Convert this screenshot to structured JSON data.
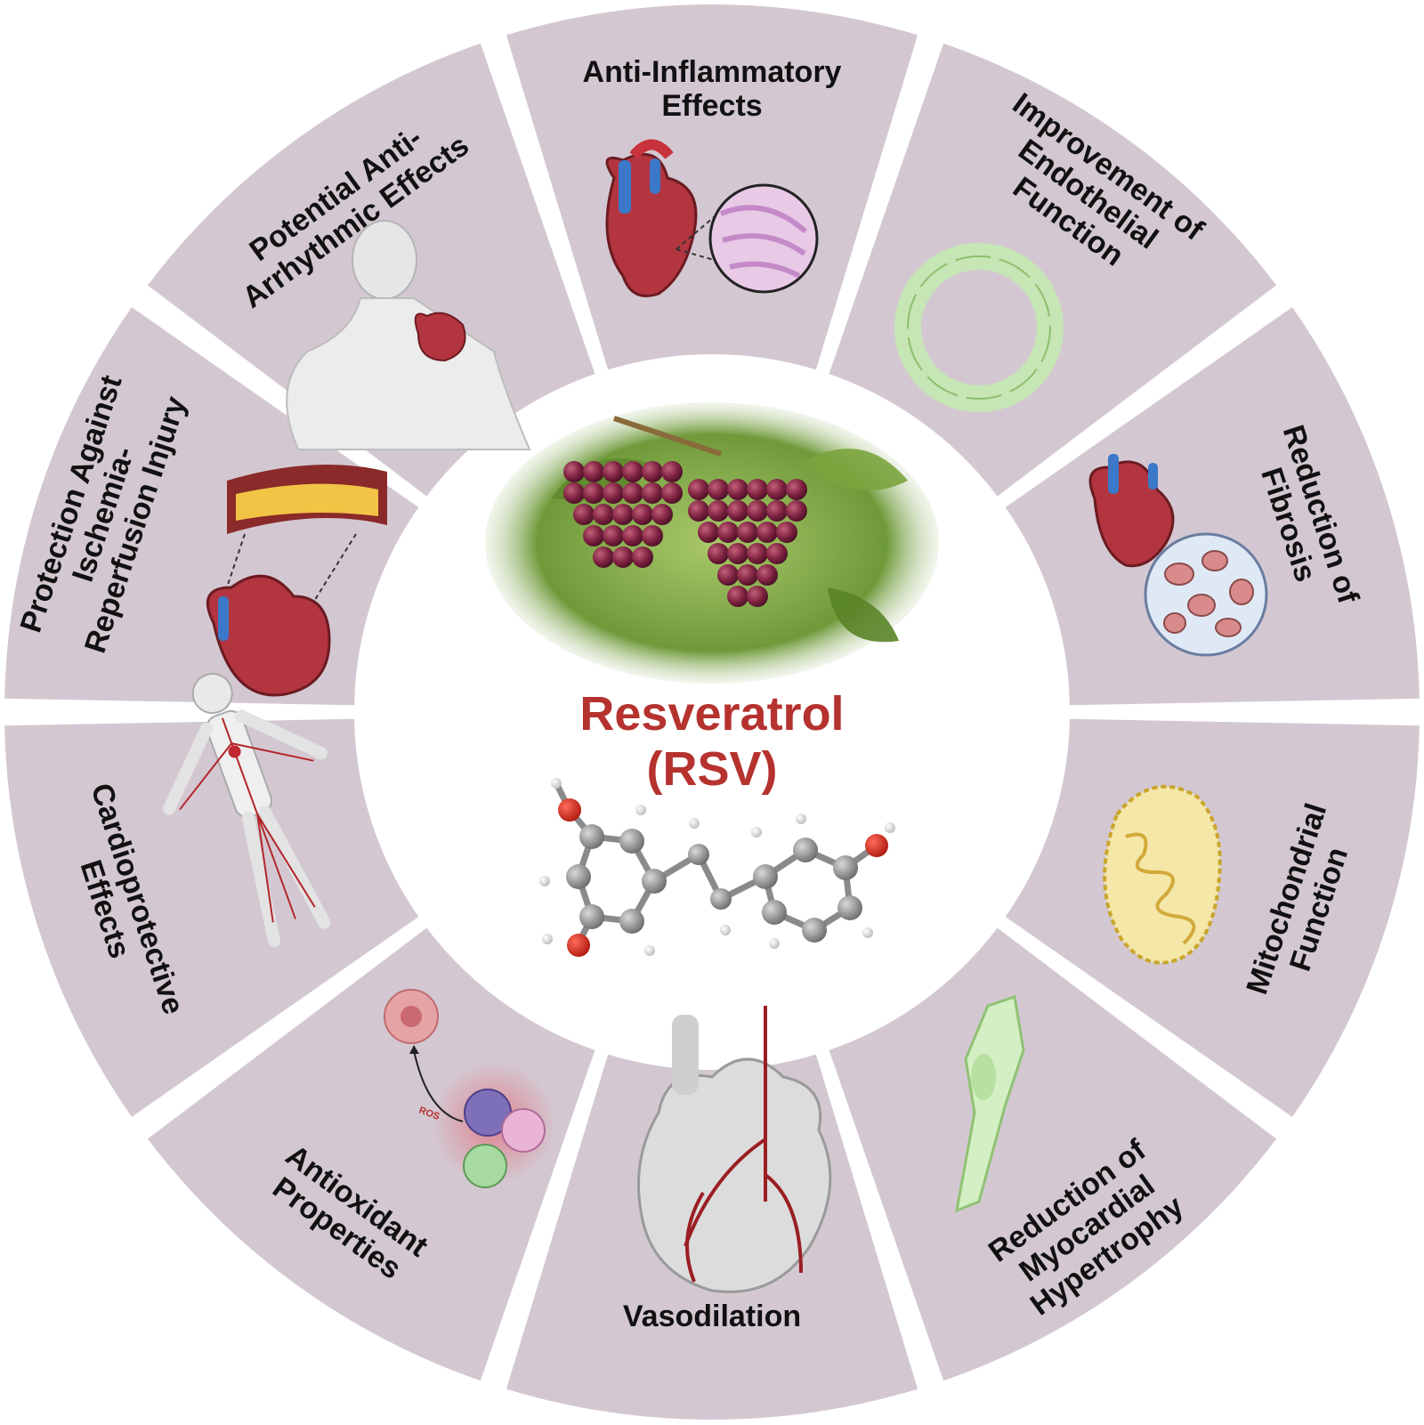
{
  "center": {
    "title_line1": "Resveratrol",
    "title_line2": "(RSV)",
    "photo_icon": "grapes-on-vine-photo",
    "molecule_icon": "resveratrol-ball-and-stick-molecule"
  },
  "segments": [
    {
      "id": "anti-inflammatory",
      "lines": [
        "Anti-Inflammatory",
        "Effects"
      ],
      "icon": "heart-with-tissue-inset-icon"
    },
    {
      "id": "endothelial",
      "lines": [
        "Improvement of",
        "Endothelial",
        "Function"
      ],
      "icon": "endothelial-cell-ring-icon"
    },
    {
      "id": "fibrosis",
      "lines": [
        "Reduction of",
        "Fibrosis"
      ],
      "icon": "fibrotic-heart-icon"
    },
    {
      "id": "mitochondrial",
      "lines": [
        "Mitochondrial",
        "Function"
      ],
      "icon": "mitochondrion-icon"
    },
    {
      "id": "hypertrophy",
      "lines": [
        "Reduction of",
        "Myocardial",
        "Hypertrophy"
      ],
      "icon": "cardiomyocyte-icon"
    },
    {
      "id": "vasodilation",
      "lines": [
        "Vasodilation"
      ],
      "icon": "heart-coronary-arteries-icon"
    },
    {
      "id": "antioxidant",
      "lines": [
        "Antioxidant",
        "Properties"
      ],
      "icon": "immune-cells-ros-icon",
      "icon_text": "ROS"
    },
    {
      "id": "cardioprotective",
      "lines": [
        "Cardioprotective",
        "Effects"
      ],
      "icon": "human-circulatory-system-icon"
    },
    {
      "id": "ischemia",
      "lines": [
        "Protection Against",
        "Ischemia-",
        "Reperfusion Injury"
      ],
      "icon": "occluded-artery-heart-icon"
    },
    {
      "id": "arrhythmic",
      "lines": [
        "Potential Anti-",
        "Arrhythmic Effects"
      ],
      "icon": "person-with-pacemaker-icon"
    }
  ],
  "colors": {
    "segment_fill": "#d3c8d1",
    "divider": "#ffffff",
    "center_fill": "#ffffff",
    "title": "#b5322e",
    "label": "#111111"
  }
}
